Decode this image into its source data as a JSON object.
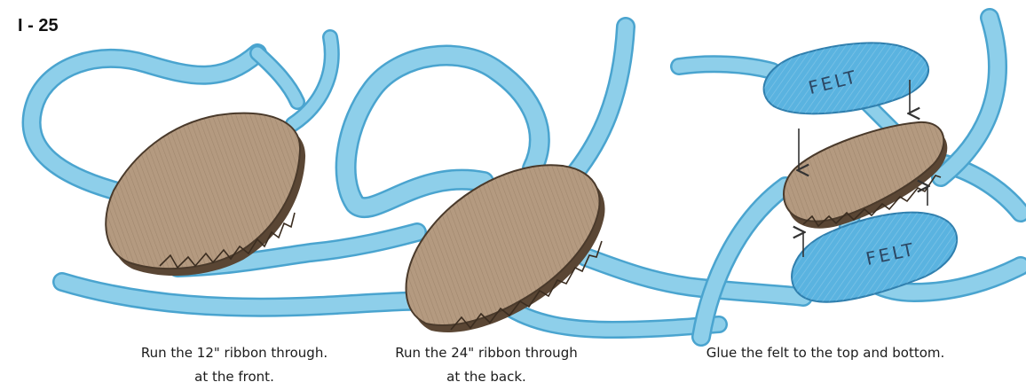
{
  "figure": {
    "label": "I - 25"
  },
  "steps": [
    {
      "caption_line1": "Run the 12\" ribbon through.",
      "caption_line2": "at the front."
    },
    {
      "caption_line1": "Run the 24\" ribbon through",
      "caption_line2": "at the back."
    },
    {
      "caption_line1": "Glue the felt to the top and bottom.",
      "caption_line2": ""
    }
  ],
  "felt": {
    "top_label": "FELT",
    "bottom_label": "FELT"
  },
  "colors": {
    "ribbon_fill": "#8ecfea",
    "ribbon_edge": "#4aa4cf",
    "felt_fill": "#5ab3e0",
    "shell_fill": "#b49a80",
    "shell_dark": "#8b6d50",
    "shell_edge": "#4a3a2b"
  }
}
